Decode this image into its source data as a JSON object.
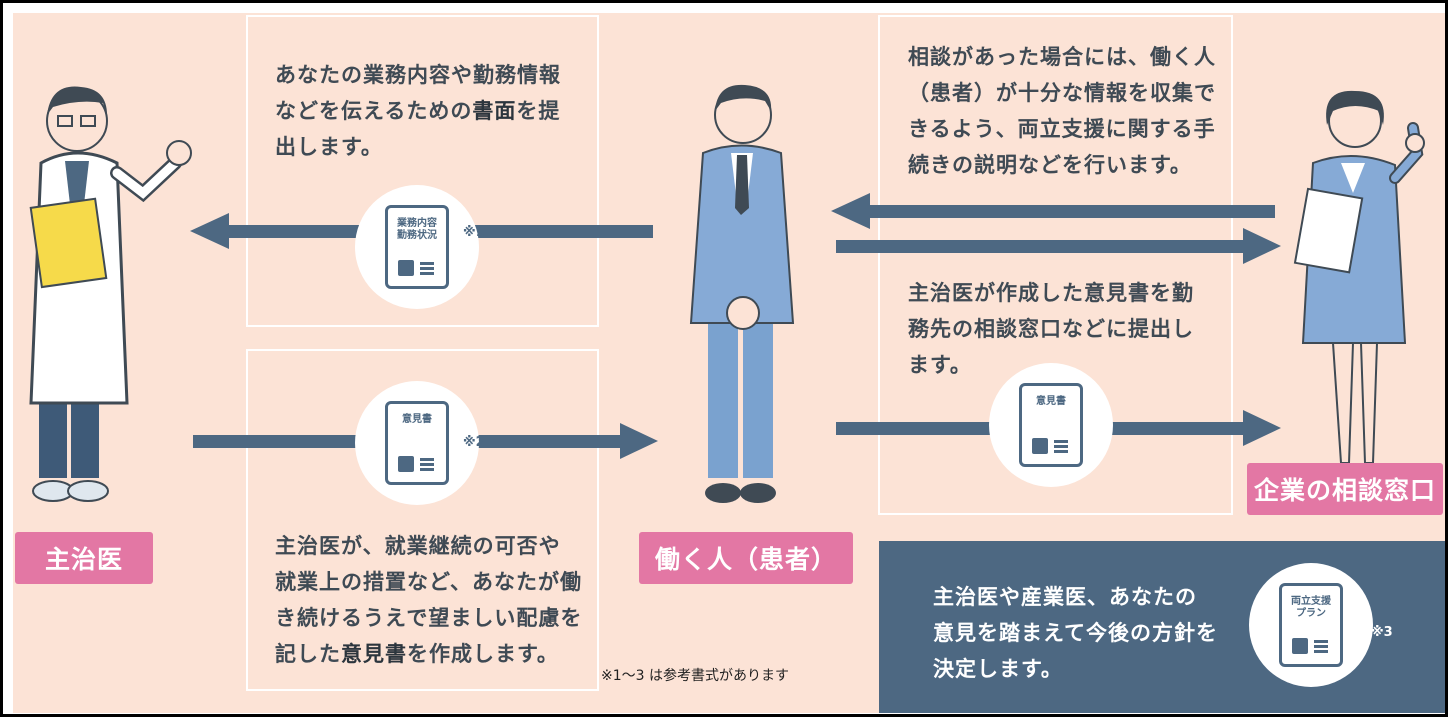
{
  "labels": {
    "doctor": "主治医",
    "worker": "働く人（患者）",
    "company": "企業の相談窓口"
  },
  "boxes": {
    "top_left": {
      "line1": "あなたの業務内容や勤務情報",
      "line2": "などを伝えるための",
      "line2_bold": "書面",
      "line2_end": "を提",
      "line3": "出します。"
    },
    "bottom_left": {
      "line1": "主治医が、就業継続の可否や",
      "line2": "就業上の措置など、あなたが働",
      "line3": "き続けるうえで望ましい配慮を",
      "line4_start": "記した",
      "line4_bold": "意見書",
      "line4_end": "を作成します。"
    },
    "top_right": {
      "line1": "相談があった場合には、働く人",
      "line2": "（患者）が十分な情報を収集で",
      "line3": "きるよう、両立支援に関する手",
      "line4": "続きの説明などを行います。"
    },
    "middle_right": {
      "line1": "主治医が作成した意見書を勤",
      "line2": "務先の相談窓口などに提出し",
      "line3": "ます。"
    },
    "dark": {
      "line1": "主治医や産業医、あなたの",
      "line2": "意見を踏まえて今後の方針を",
      "line3": "決定します。"
    }
  },
  "documents": {
    "work_info": {
      "title": "業務内容\n勤務状況",
      "note": "※1"
    },
    "opinion": {
      "title": "意見書",
      "note": "※2"
    },
    "opinion_company": {
      "title": "意見書"
    },
    "support_plan": {
      "title": "両立支援\nプラン",
      "note": "※3"
    }
  },
  "footnote": "※1〜3 は参考書式があります",
  "colors": {
    "background": "#fce3d6",
    "accent_pink": "#e377a4",
    "navy": "#4d6882",
    "text": "#3f4a54"
  }
}
